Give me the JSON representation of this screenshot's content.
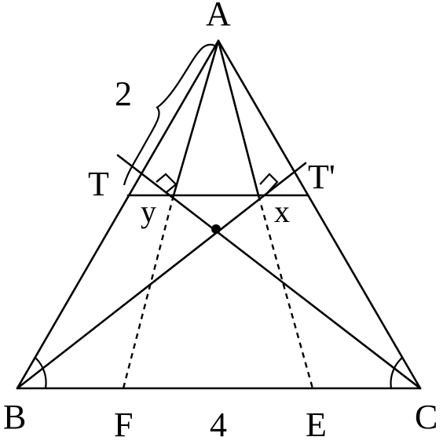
{
  "figure": {
    "points": {
      "A": "A",
      "B": "B",
      "C": "C",
      "T": "T",
      "T_prime": "T'",
      "F": "F",
      "E": "E",
      "x": "x",
      "y": "y"
    },
    "measures": {
      "AT": "2",
      "BC": "4"
    }
  }
}
